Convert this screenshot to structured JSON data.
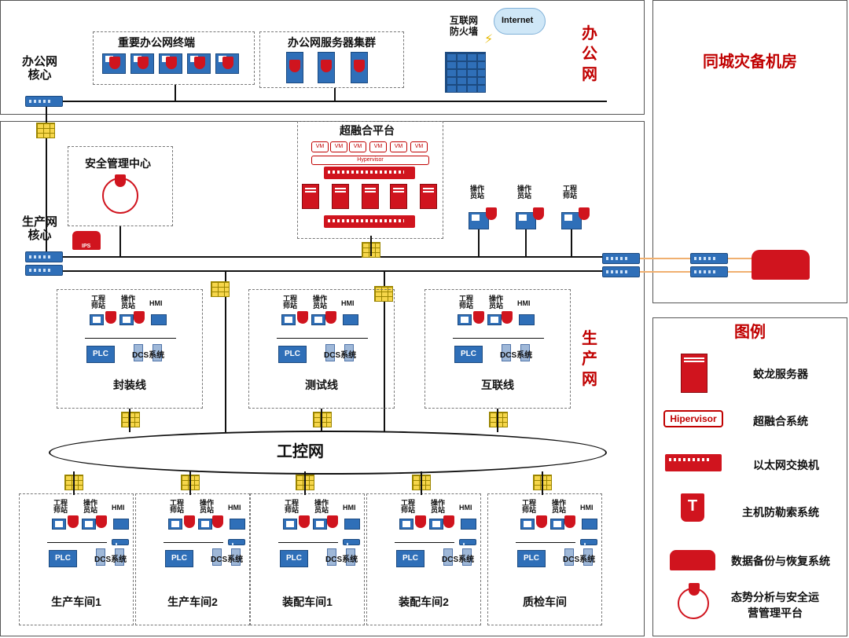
{
  "office": {
    "core": "办公网\n核心",
    "terminals": "重要办公网终端",
    "servers": "办公网服务器集群",
    "firewall": "互联网\n防火墙",
    "internet": "Internet",
    "zone": "办\n公\n网"
  },
  "dr": {
    "title": "同城灾备机房"
  },
  "prod": {
    "core": "生产网\n核心",
    "soc": "安全管理中心",
    "ips": "IPS",
    "hci": "超融合平台",
    "vm": "VM",
    "hypervisor": "Hypervisor",
    "zone": "生\n产\n网",
    "op": "操作\n员站",
    "eng": "工程\n师站"
  },
  "lines": [
    {
      "name": "封装线"
    },
    {
      "name": "测试线"
    },
    {
      "name": "互联线"
    }
  ],
  "cell": {
    "eng": "工程\n师站",
    "op": "操作\n员站",
    "hmi": "HMI",
    "plc": "PLC",
    "dcs": "DCS系统"
  },
  "ics": {
    "label": "工控网"
  },
  "workshops": [
    {
      "name": "生产车间1"
    },
    {
      "name": "生产车间2"
    },
    {
      "name": "装配车间1"
    },
    {
      "name": "装配车间2"
    },
    {
      "name": "质检车间"
    }
  ],
  "legend": {
    "title": "图例",
    "items": [
      {
        "label": "蛟龙服务器"
      },
      {
        "label": "超融合系统",
        "tag": "Hipervisor"
      },
      {
        "label": "以太网交换机"
      },
      {
        "label": "主机防勒索系统",
        "tag": "T"
      },
      {
        "label": "数据备份与恢复系统"
      },
      {
        "label": "态势分析与安全运\n营管理平台"
      }
    ]
  },
  "colors": {
    "accent": "#c00000",
    "switch_blue": "#2f6fb8",
    "firewall": "#f6d64a"
  }
}
